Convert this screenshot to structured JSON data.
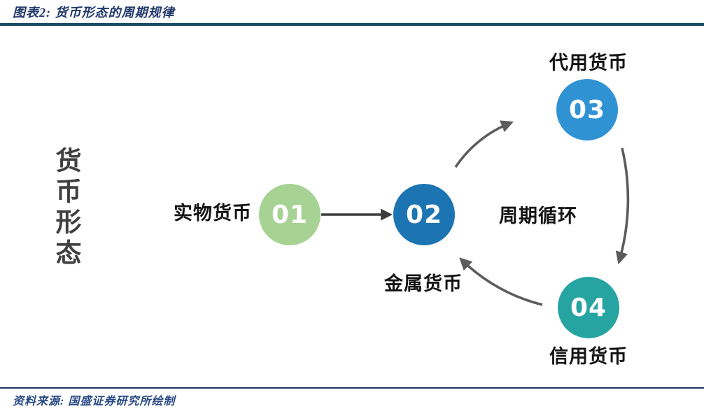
{
  "header": {
    "title": "图表2: 货币形态的周期规律"
  },
  "footer": {
    "source": "资料来源: 国盛证券研究所绘制"
  },
  "diagram": {
    "vertical_title": "货币形态",
    "center_label": "周期循环",
    "nodes": [
      {
        "number": "01",
        "label": "实物货币",
        "color": "#a6d293"
      },
      {
        "number": "02",
        "label": "金属货币",
        "color": "#1d74b2"
      },
      {
        "number": "03",
        "label": "代用货币",
        "color": "#2f93d3"
      },
      {
        "number": "04",
        "label": "信用货币",
        "color": "#25a4a2"
      }
    ],
    "arrows": [
      {
        "from": "实物货币 01",
        "to": "金属货币 02",
        "shape": "straight"
      },
      {
        "from": "金属货币 02",
        "to": "代用货币 03",
        "shape": "curved"
      },
      {
        "from": "代用货币 03",
        "to": "信用货币 04",
        "shape": "curved"
      },
      {
        "from": "信用货币 04",
        "to": "金属货币 02",
        "shape": "curved"
      }
    ]
  },
  "colors": {
    "background": "#ffffff",
    "title_text": "#21386b",
    "source_text": "#2a4a85",
    "rule_top": "#1c4a63",
    "rule_bottom": "#1a3660",
    "vertical_title_text": "#404040",
    "label_text": "#141414",
    "straight_arrow": "#3d3d3d",
    "curved_arrow": "#5c5c5c"
  }
}
